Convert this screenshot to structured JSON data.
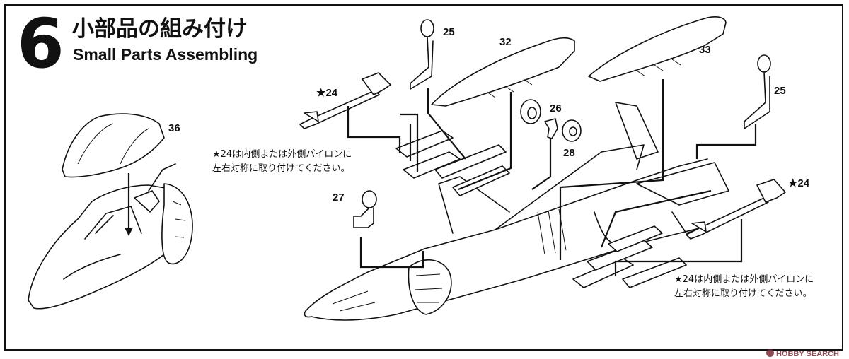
{
  "step": {
    "number": "6",
    "title_jp": "小部品の組み付け",
    "title_en": "Small Parts Assembling"
  },
  "parts": {
    "p36": "36",
    "p25_top": "25",
    "p32": "32",
    "p33": "33",
    "p25_right": "25",
    "p24_left": "★24",
    "p26": "26",
    "p28": "28",
    "p27": "27",
    "p24_right": "★24"
  },
  "notes": {
    "left_line1": "★24は内側または外側パイロンに",
    "left_line2": "左右対称に取り付けてください。",
    "right_line1": "★24は内側または外側パイロンに",
    "right_line2": "左右対称に取り付けてください。"
  },
  "watermark": "HOBBY SEARCH"
}
